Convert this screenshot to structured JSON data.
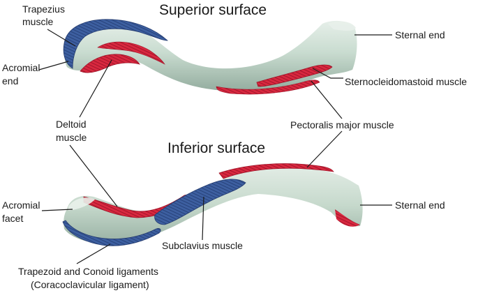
{
  "diagram": {
    "titles": {
      "superior": "Superior surface",
      "inferior": "Inferior surface"
    },
    "labels": {
      "trapezius_1": "Trapezius",
      "trapezius_2": "muscle",
      "acromial_end_1": "Acromial",
      "acromial_end_2": "end",
      "sternal_end_top": "Sternal end",
      "scm": "Sternocleidomastoid muscle",
      "pectoralis": "Pectoralis major muscle",
      "deltoid_1": "Deltoid",
      "deltoid_2": "muscle",
      "acromial_facet_1": "Acromial",
      "acromial_facet_2": "facet",
      "sternal_end_bottom": "Sternal end",
      "subclavius": "Subclavius muscle",
      "ligaments_1": "Trapezoid and Conoid ligaments",
      "ligaments_2": "(Coracoclavicular ligament)"
    },
    "colors": {
      "bone": "#c9dcd0",
      "bone_highlight": "#e4eee7",
      "bone_shadow": "#8fa89b",
      "muscle_red": "#d8283f",
      "muscle_red_dark": "#9c1226",
      "muscle_blue": "#3d5fa0",
      "muscle_blue_dark": "#243b6e"
    }
  }
}
